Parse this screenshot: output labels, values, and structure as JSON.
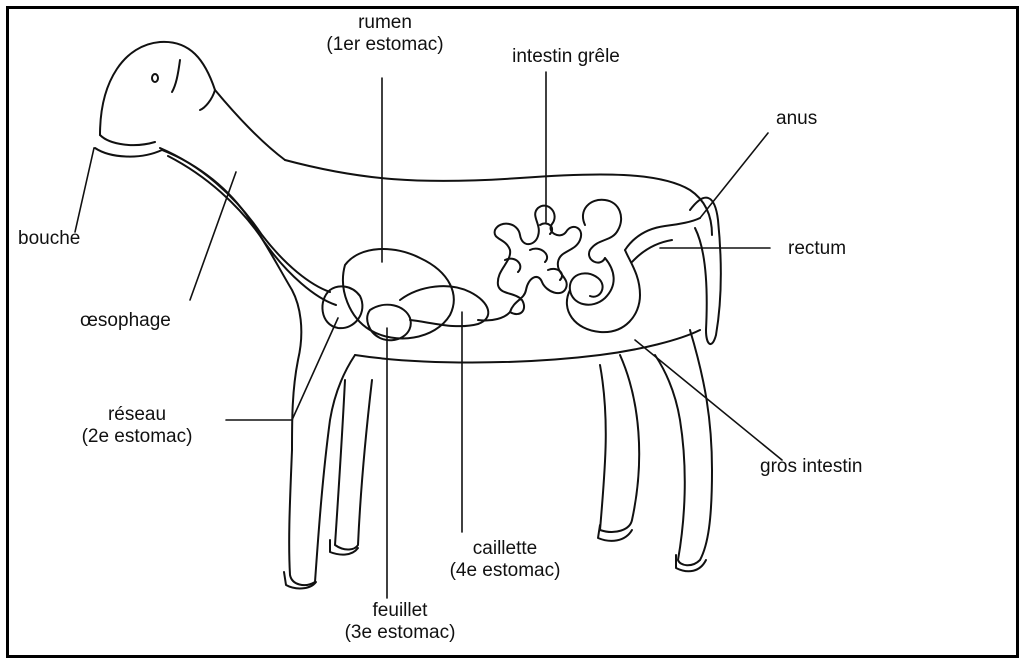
{
  "labels": {
    "rumen": {
      "name": "rumen",
      "sub": "(1er estomac)"
    },
    "intestin_grele": {
      "name": "intestin grêle"
    },
    "anus": {
      "name": "anus"
    },
    "bouche": {
      "name": "bouche"
    },
    "rectum": {
      "name": "rectum"
    },
    "oesophage": {
      "name": "œsophage"
    },
    "reseau": {
      "name": "réseau",
      "sub": "(2e estomac)"
    },
    "gros_intestin": {
      "name": "gros intestin"
    },
    "caillette": {
      "name": "caillette",
      "sub": "(4e estomac)"
    },
    "feuillet": {
      "name": "feuillet",
      "sub": "(3e estomac)"
    }
  },
  "colors": {
    "ink": "#111111",
    "frame": "#000000",
    "background": "#ffffff"
  }
}
